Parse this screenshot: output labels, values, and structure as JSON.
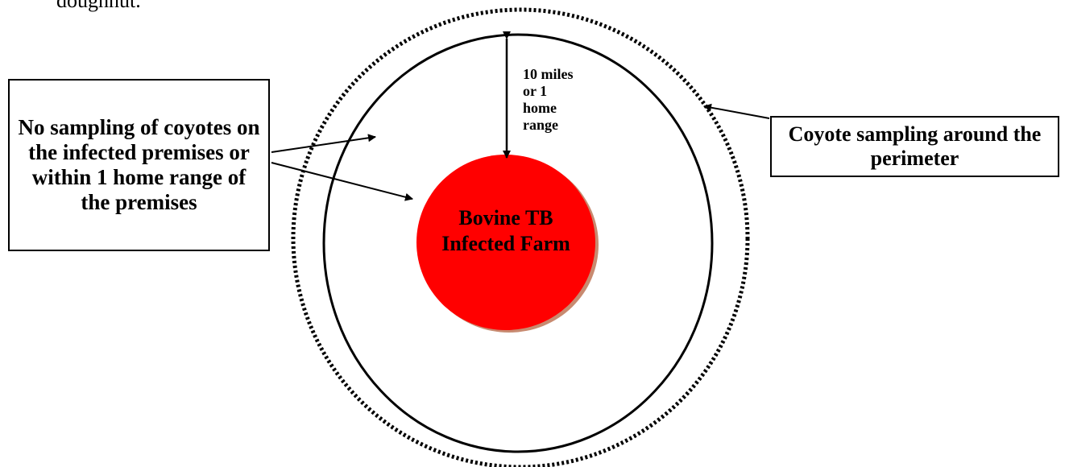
{
  "top_text": "doughnut.",
  "labels": {
    "no_sampling": "No sampling of coyotes on the infected premises or within 1 home range of the premises",
    "perimeter_sampling": "Coyote sampling around the perimeter",
    "radius": "10 miles\nor 1\nhome\nrange",
    "farm": "Bovine TB\nInfected Farm"
  },
  "colors": {
    "farm_fill": "#ff0000",
    "farm_shadow": "#c88a70",
    "stroke": "#000000"
  }
}
